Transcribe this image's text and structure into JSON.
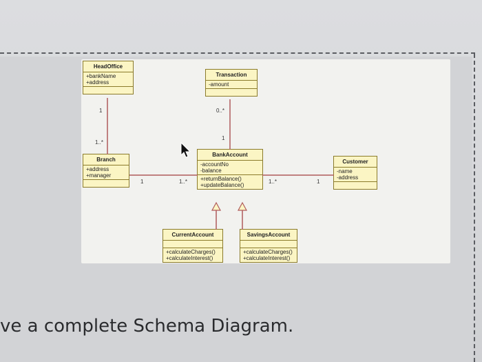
{
  "diagram": {
    "classes": {
      "headoffice": {
        "name": "HeadOffice",
        "attributes": [
          "+bankName",
          "+address"
        ]
      },
      "transaction": {
        "name": "Transaction",
        "attributes": [
          "-amount"
        ]
      },
      "branch": {
        "name": "Branch",
        "attributes": [
          "+address",
          "+manager"
        ]
      },
      "bankaccount": {
        "name": "BankAccount",
        "attributes": [
          "-accountNo",
          "-balance"
        ],
        "operations": [
          "+returnBalance()",
          "+updateBalance()"
        ]
      },
      "customer": {
        "name": "Customer",
        "attributes": [
          "-name",
          "-address"
        ]
      },
      "currentaccount": {
        "name": "CurrentAccount",
        "operations": [
          "+calculateCharges()",
          "+calculateInterest()"
        ]
      },
      "savingsaccount": {
        "name": "SavingsAccount",
        "operations": [
          "+calculateCharges()",
          "+calculateInterest()"
        ]
      }
    },
    "multiplicities": {
      "headoffice_side": "1",
      "branch_top": "1..*",
      "transaction_side": "0..*",
      "bankaccount_top": "1",
      "branch_right": "1",
      "bankaccount_left": "1..*",
      "bankaccount_right": "1..*",
      "customer_left": "1"
    },
    "colors": {
      "box_fill": "#fbf5c4",
      "box_border": "#8a7a2a",
      "line": "#b05a5a"
    }
  },
  "page_text": "ve a complete Schema Diagram."
}
